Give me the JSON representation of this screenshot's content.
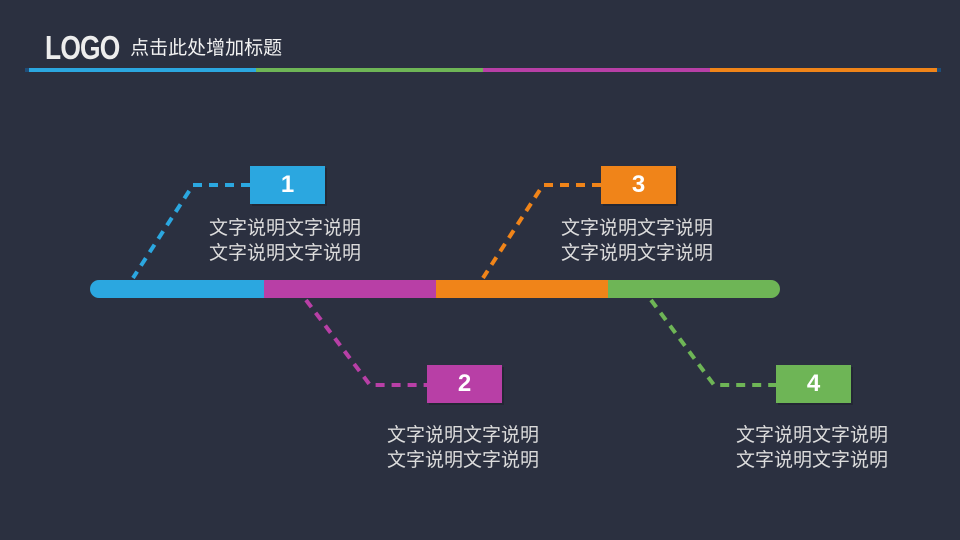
{
  "slide": {
    "logo": "LOGO",
    "title": "点击此处增加标题",
    "colors": {
      "background": "#2B3040",
      "header_text": "#F2F2F2",
      "desc_text": "#DCDCDC",
      "divider_cap": "#1F4E79",
      "blue": "#2BA7E0",
      "green": "#6EB556",
      "purple": "#B83FA6",
      "orange": "#F08419"
    },
    "divider_segments": [
      "#2BA7E0",
      "#6EB556",
      "#B83FA6",
      "#F08419"
    ],
    "bar_segments": [
      "#2BA7E0",
      "#B83FA6",
      "#F08419",
      "#6EB556"
    ],
    "items": [
      {
        "number": "1",
        "color": "#2BA7E0",
        "desc_line1": "文字说明文字说明",
        "desc_line2": "文字说明文字说明"
      },
      {
        "number": "2",
        "color": "#B83FA6",
        "desc_line1": "文字说明文字说明",
        "desc_line2": "文字说明文字说明"
      },
      {
        "number": "3",
        "color": "#F08419",
        "desc_line1": "文字说明文字说明",
        "desc_line2": "文字说明文字说明"
      },
      {
        "number": "4",
        "color": "#6EB556",
        "desc_line1": "文字说明文字说明",
        "desc_line2": "文字说明文字说明"
      }
    ]
  }
}
